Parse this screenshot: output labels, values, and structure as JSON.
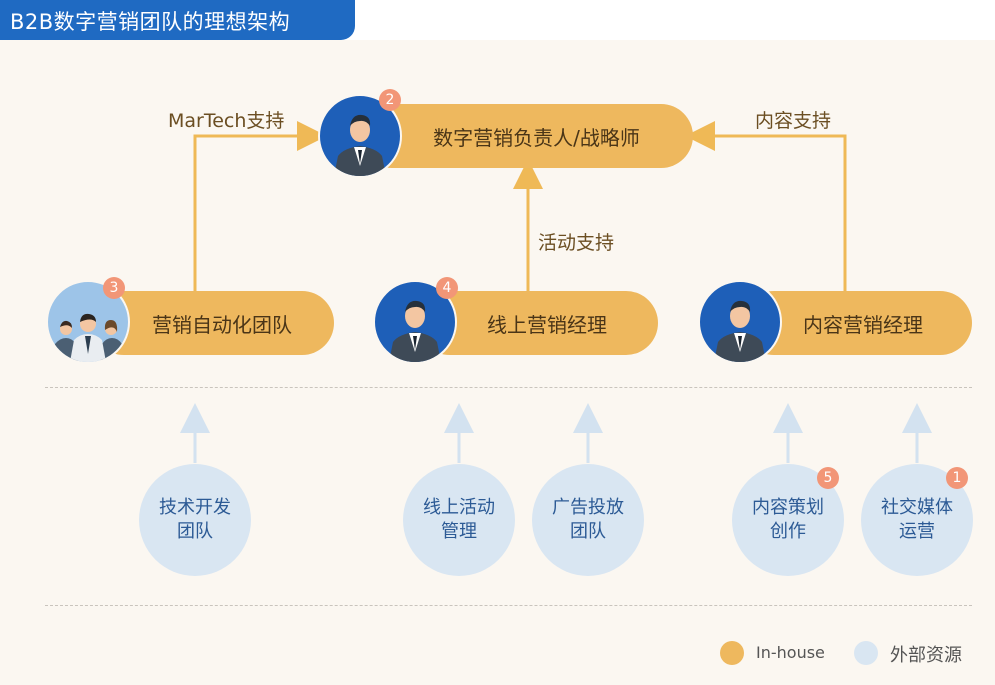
{
  "title": "B2B数字营销团队的理想架构",
  "colors": {
    "inhouse": "#eeb85e",
    "external": "#d9e6f2",
    "connector": "#efb956",
    "accent": "#1f6ac2",
    "badge": "#f29677"
  },
  "inhouse_roles": [
    {
      "label": "数字营销负责人/战略师",
      "badge": "2",
      "icon": "executive-avatar"
    },
    {
      "label": "营销自动化团队",
      "badge": "3",
      "icon": "team-avatar"
    },
    {
      "label": "线上营销经理",
      "badge": "4",
      "icon": "manager-avatar"
    },
    {
      "label": "内容营销经理",
      "badge": "",
      "icon": "manager-avatar"
    }
  ],
  "edge_labels": {
    "martech": "MarTech支持",
    "content": "内容支持",
    "event": "活动支持"
  },
  "external_resources": [
    {
      "line1": "技术开发",
      "line2": "团队",
      "badge": ""
    },
    {
      "line1": "线上活动",
      "line2": "管理",
      "badge": ""
    },
    {
      "line1": "广告投放",
      "line2": "团队",
      "badge": ""
    },
    {
      "line1": "内容策划",
      "line2": "创作",
      "badge": "5"
    },
    {
      "line1": "社交媒体",
      "line2": "运营",
      "badge": "1"
    }
  ],
  "legend": {
    "inhouse": "In-house",
    "external": "外部资源"
  }
}
